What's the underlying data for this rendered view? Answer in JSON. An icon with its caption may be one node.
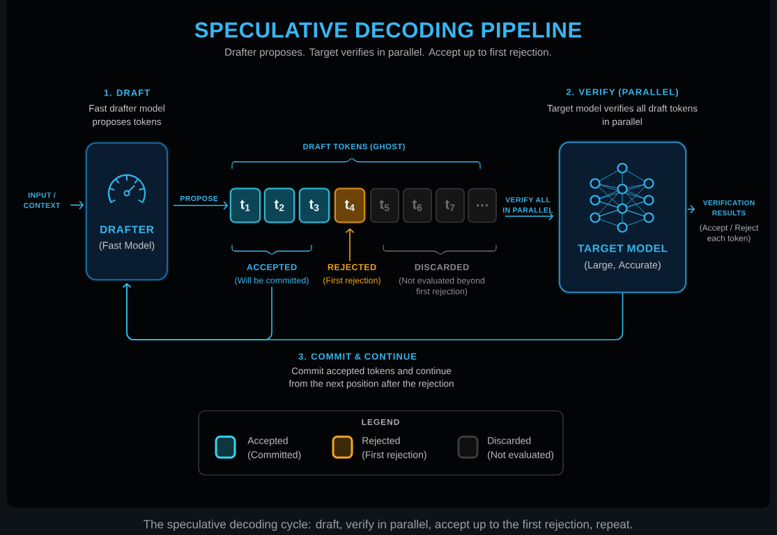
{
  "diagram": {
    "title": "SPECULATIVE DECODING PIPELINE",
    "caption": "The speculative decoding cycle: draft, verify in parallel, accept up to the first rejection, repeat.",
    "nodes": [
      {
        "text": [
          "INPUT / CONTEXT"
        ]
      },
      {
        "text": [
          "DRAFTER",
          "(Fast Model)"
        ],
        "beside": [
          "1. DRAFT",
          "Fast drafter model proposes tokens"
        ]
      },
      {
        "text": [
          "t$_{1}$"
        ]
      },
      {
        "text": [
          "t$_{2}$"
        ]
      },
      {
        "text": [
          "t$_{3}$"
        ]
      },
      {
        "text": [
          "t$_{4}$"
        ]
      },
      {
        "text": [
          "t$_{5}$"
        ]
      },
      {
        "text": [
          "t$_{6}$"
        ]
      },
      {
        "text": [
          "t$_{7}$"
        ]
      },
      {
        "text": [
          "…"
        ]
      },
      {
        "text": [
          "TARGET MODEL",
          "(Large, Accurate)"
        ],
        "beside": [
          "2. VERIFY (PARALLEL)",
          "Target model verifies all draft tokens in parallel"
        ]
      },
      {
        "text": [
          "VERIFICATION RESULTS",
          "(Accept / Reject each token)"
        ]
      },
      {
        "text": [
          "ACCEPTED",
          "(Will be committed)"
        ]
      },
      {
        "text": [
          "REJECTED",
          "(First rejection)"
        ]
      }
    ],
    "edges": [
      {
        "from": 0,
        "to": 1,
        "arrow": "to"
      },
      {
        "from": 1,
        "to": 2,
        "arrow": "to",
        "label": "PROPOSE"
      },
      {
        "from": 9,
        "to": 10,
        "arrow": "to",
        "label": "VERIFY ALL IN PARALLEL"
      },
      {
        "from": 10,
        "to": 11,
        "arrow": "to"
      },
      {
        "from": 13,
        "to": 5,
        "arrow": "to",
        "color": "#f2a21c"
      },
      {
        "from": 10,
        "to": 1,
        "arrow": "to"
      },
      {
        "from": 12,
        "to": 1,
        "arrow": "to"
      }
    ],
    "labels": [
      "Drafter proposes. Target verifies in parallel. Accept up to first rejection.",
      "DRAFT TOKENS (GHOST)",
      "DISCARDED",
      "(Not evaluated beyond first rejection)",
      "3. COMMIT & CONTINUE",
      "Commit accepted tokens and continue from the next position after the rejection",
      "LEGEND"
    ],
    "legend": [
      {
        "text": "Accepted (Committed)",
        "color": "#35d6f4"
      },
      {
        "text": "Rejected (First rejection)",
        "color": "#f5a51e"
      },
      {
        "text": "Discarded (Not evaluated)",
        "color": "#3c3c3c"
      }
    ]
  }
}
